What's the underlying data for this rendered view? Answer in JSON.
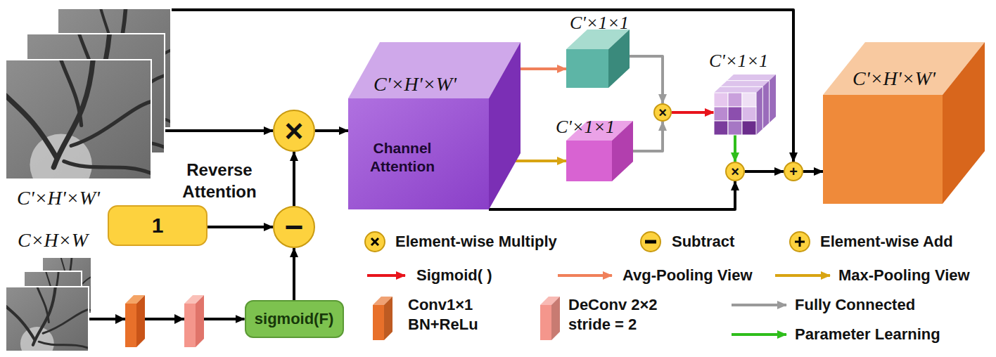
{
  "diagram": {
    "nodes": [
      {
        "text": [
          "C'×H'×W'"
        ]
      },
      {
        "text": [
          "1"
        ]
      },
      {
        "text": [
          "C×H×W"
        ]
      },
      {
        "text": [
          "sigmoid(F)"
        ]
      },
      {
        "text": [
          "−"
        ]
      },
      {
        "text": [
          "×"
        ]
      },
      {
        "text": [
          "C'×H'×W'",
          "Channel Attention"
        ]
      },
      {
        "text": [
          "C'×1×1"
        ]
      },
      {
        "text": [
          "C'×1×1"
        ]
      },
      {
        "text": [
          "×"
        ]
      },
      {
        "text": [
          "C'×1×1"
        ]
      },
      {
        "text": [
          "×"
        ]
      },
      {
        "text": [
          "+"
        ]
      },
      {
        "text": [
          "C'×H'×W'"
        ]
      }
    ],
    "edges": [
      {
        "from": 0,
        "to": 5,
        "arrow": "to"
      },
      {
        "from": 0,
        "to": 12,
        "arrow": "to"
      },
      {
        "from": 1,
        "to": 4,
        "arrow": "to"
      },
      {
        "from": 2,
        "to": 3,
        "arrow": "to"
      },
      {
        "from": 3,
        "to": 4,
        "arrow": "to"
      },
      {
        "from": 4,
        "to": 5,
        "arrow": "to"
      },
      {
        "from": 5,
        "to": 6,
        "arrow": "to"
      },
      {
        "from": 6,
        "to": 7,
        "arrow": "to"
      },
      {
        "from": 6,
        "to": 8,
        "arrow": "to"
      },
      {
        "from": 7,
        "to": 9,
        "arrow": "to"
      },
      {
        "from": 8,
        "to": 9,
        "arrow": "to"
      },
      {
        "from": 9,
        "to": 10,
        "arrow": "to"
      },
      {
        "from": 10,
        "to": 11,
        "arrow": "to"
      },
      {
        "from": 6,
        "to": 11,
        "arrow": "to"
      },
      {
        "from": 11,
        "to": 12,
        "arrow": "to"
      },
      {
        "from": 12,
        "to": 13,
        "arrow": "to"
      }
    ],
    "labels": [
      "Reverse Attention"
    ],
    "legend": [
      {
        "text": "Element-wise Multiply"
      },
      {
        "text": "Subtract"
      },
      {
        "text": "Element-wise Add"
      },
      {
        "text": "Sigmoid( )"
      },
      {
        "text": "Avg-Pooling View"
      },
      {
        "text": "Max-Pooling View"
      },
      {
        "text": "Conv1×1 BN+ReLu",
        "color": "#e8702a"
      },
      {
        "text": "DeConv 2×2 stride = 2",
        "color": "#f4968c"
      },
      {
        "text": "Fully Connected"
      },
      {
        "text": "Parameter Learning"
      }
    ]
  }
}
